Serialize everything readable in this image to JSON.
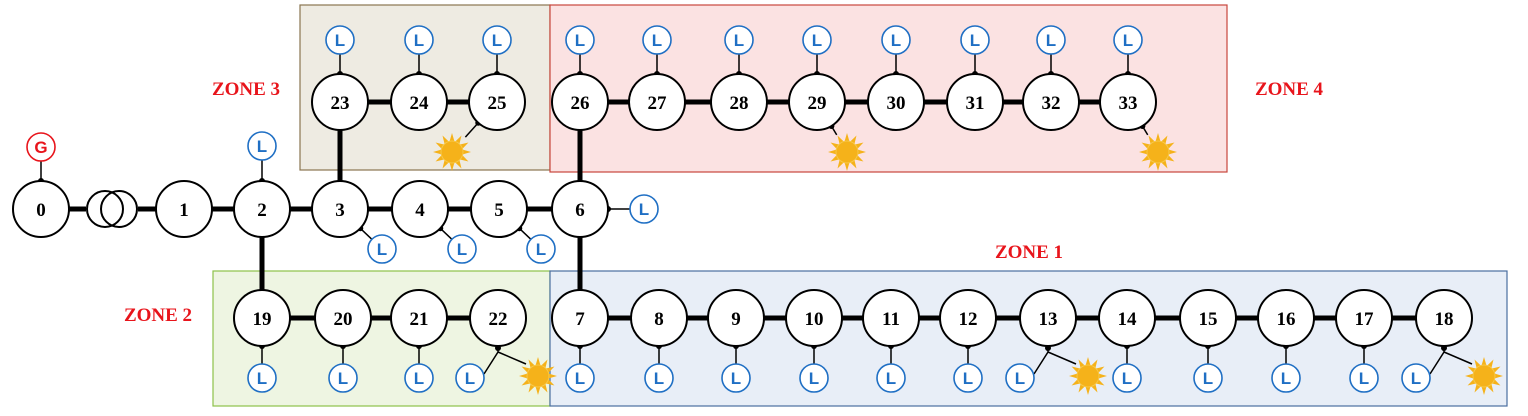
{
  "colors": {
    "load": "#1f6fc4",
    "generator": "#e8141b",
    "zone_label": "#e8141b",
    "sun": "#f5b21a",
    "zone1_fill": "#e8eef7",
    "zone1_stroke": "#4a6ea0",
    "zone2_fill": "#eef5e2",
    "zone2_stroke": "#8dc24a",
    "zone3_fill": "#eeebe2",
    "zone3_stroke": "#8a7450",
    "zone4_fill": "#fbe2e2",
    "zone4_stroke": "#c8453d"
  },
  "zones": [
    {
      "id": "zone-1",
      "label": "ZONE 1"
    },
    {
      "id": "zone-2",
      "label": "ZONE 2"
    },
    {
      "id": "zone-3",
      "label": "ZONE 3"
    },
    {
      "id": "zone-4",
      "label": "ZONE 4"
    }
  ],
  "generator_label": "G",
  "load_label": "L",
  "buses": [
    "0",
    "1",
    "2",
    "3",
    "4",
    "5",
    "6",
    "7",
    "8",
    "9",
    "10",
    "11",
    "12",
    "13",
    "14",
    "15",
    "16",
    "17",
    "18",
    "19",
    "20",
    "21",
    "22",
    "23",
    "24",
    "25",
    "26",
    "27",
    "28",
    "29",
    "30",
    "31",
    "32",
    "33"
  ],
  "branches": [
    [
      "1",
      "2"
    ],
    [
      "2",
      "3"
    ],
    [
      "3",
      "4"
    ],
    [
      "4",
      "5"
    ],
    [
      "5",
      "6"
    ],
    [
      "6",
      "7"
    ],
    [
      "7",
      "8"
    ],
    [
      "8",
      "9"
    ],
    [
      "9",
      "10"
    ],
    [
      "10",
      "11"
    ],
    [
      "11",
      "12"
    ],
    [
      "12",
      "13"
    ],
    [
      "13",
      "14"
    ],
    [
      "14",
      "15"
    ],
    [
      "15",
      "16"
    ],
    [
      "16",
      "17"
    ],
    [
      "17",
      "18"
    ],
    [
      "2",
      "19"
    ],
    [
      "19",
      "20"
    ],
    [
      "20",
      "21"
    ],
    [
      "21",
      "22"
    ],
    [
      "3",
      "23"
    ],
    [
      "23",
      "24"
    ],
    [
      "24",
      "25"
    ],
    [
      "6",
      "26"
    ],
    [
      "26",
      "27"
    ],
    [
      "27",
      "28"
    ],
    [
      "28",
      "29"
    ],
    [
      "29",
      "30"
    ],
    [
      "30",
      "31"
    ],
    [
      "31",
      "32"
    ],
    [
      "32",
      "33"
    ]
  ],
  "transformer_between": [
    "0",
    "1"
  ],
  "generator_at": "0",
  "loads": [
    "2",
    "3",
    "4",
    "5",
    "6",
    "7",
    "8",
    "9",
    "10",
    "11",
    "12",
    "13",
    "14",
    "15",
    "16",
    "17",
    "18",
    "19",
    "20",
    "21",
    "22",
    "23",
    "24",
    "25",
    "26",
    "27",
    "28",
    "29",
    "30",
    "31",
    "32",
    "33"
  ],
  "pv_at": [
    "13",
    "18",
    "22",
    "25",
    "29",
    "33"
  ]
}
